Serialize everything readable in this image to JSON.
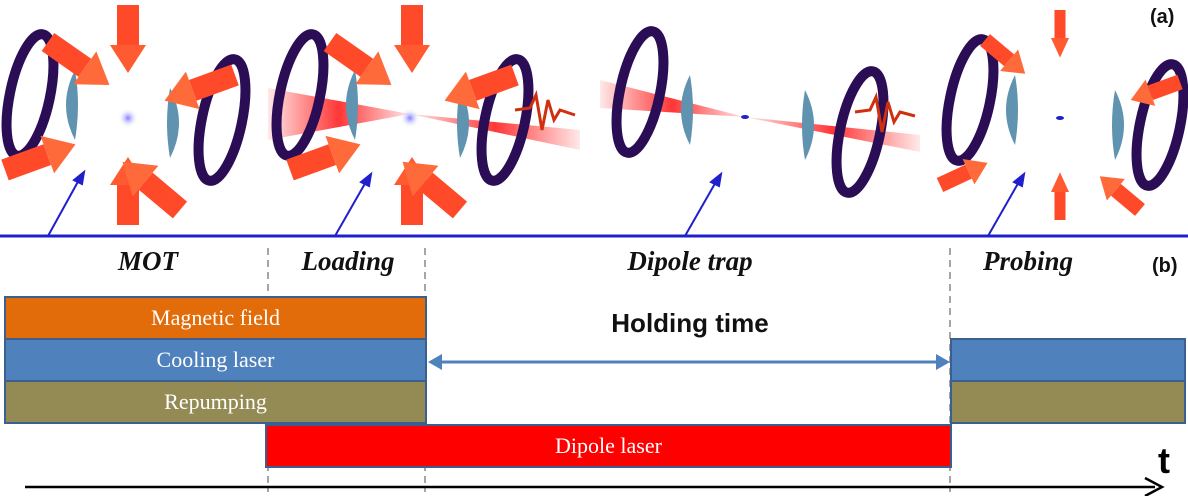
{
  "panel_labels": {
    "a": "(a)",
    "b": "(b)"
  },
  "phases": [
    "MOT",
    "Loading",
    "Dipole trap",
    "Probing"
  ],
  "bars": {
    "magnetic_field": "Magnetic field",
    "cooling_laser": "Cooling laser",
    "repumping": "Repumping",
    "dipole_laser": "Dipole laser"
  },
  "holding_time": "Holding time",
  "time_axis_label": "t",
  "colors": {
    "magnetic_field": "#e36c0a",
    "cooling_laser": "#4f81bd",
    "repumping": "#948a54",
    "dipole_laser": "#ff0000",
    "divider": "#1f1fcc"
  }
}
